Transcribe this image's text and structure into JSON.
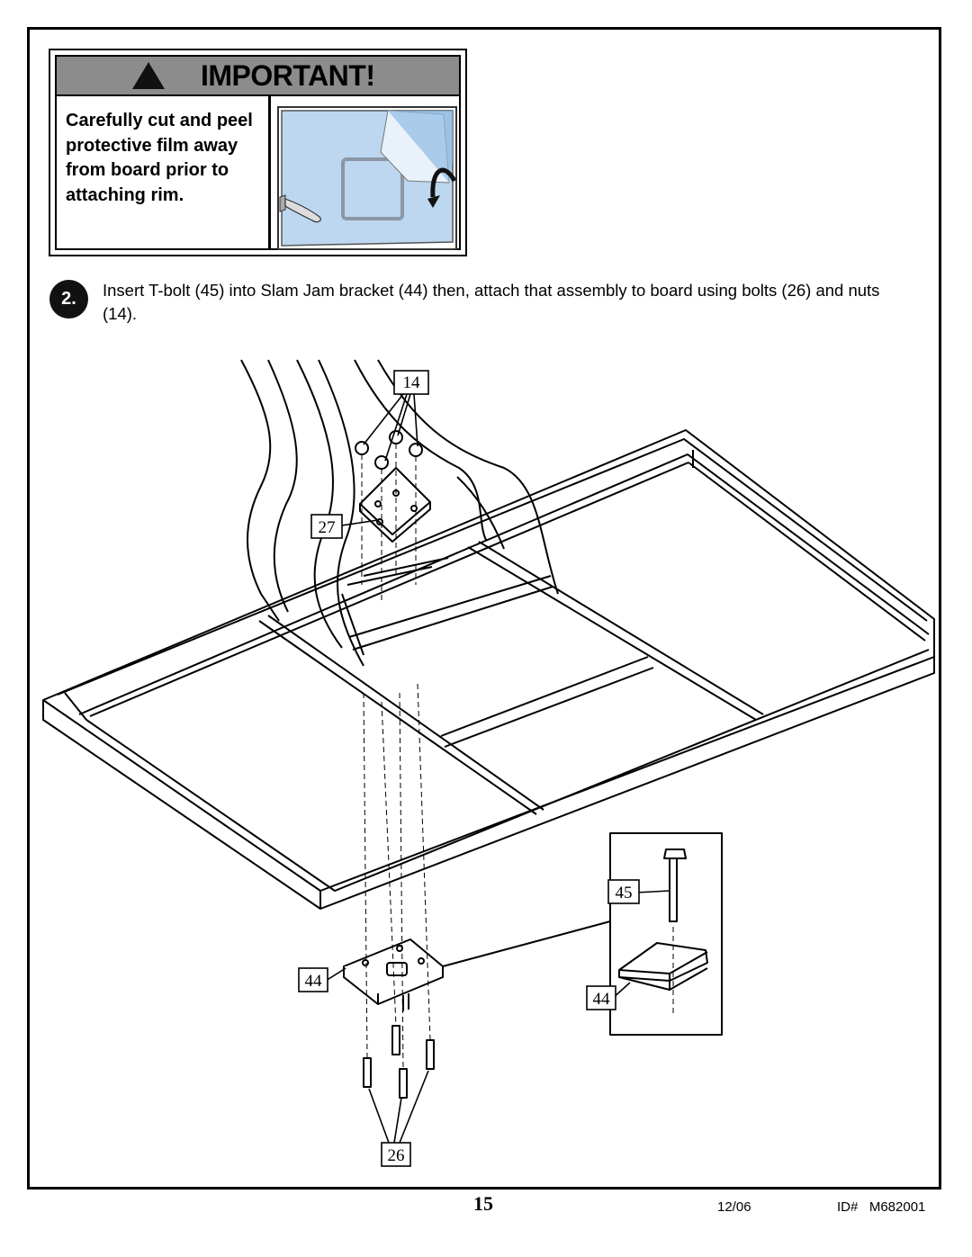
{
  "important": {
    "title": "IMPORTANT!",
    "text": "Carefully cut and peel protective film away from board prior to attaching rim."
  },
  "step": {
    "number": "2.",
    "instruction": "Insert T-bolt (45) into Slam Jam bracket (44) then, attach that assembly to board using bolts (26) and nuts (14)."
  },
  "callouts": {
    "nuts": "14",
    "backplate": "27",
    "tbolt": "45",
    "bracket_main": "44",
    "bracket_detail": "44",
    "bolts": "26"
  },
  "footer": {
    "page_number": "15",
    "date": "12/06",
    "doc_id": "ID#   M682001"
  },
  "icons": [
    "warning-triangle-icon",
    "knife-icon",
    "peel-arrow-icon"
  ]
}
